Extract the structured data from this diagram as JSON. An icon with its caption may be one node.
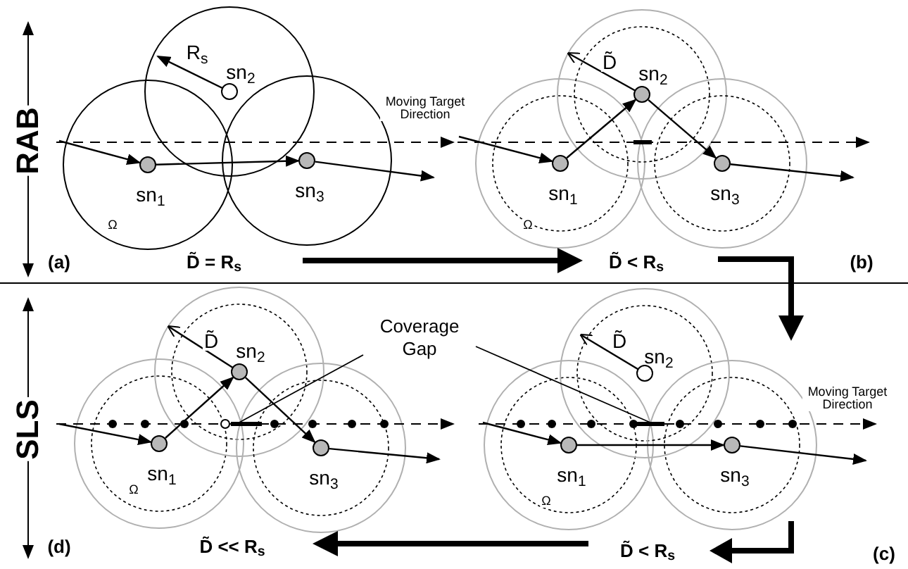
{
  "diagram": {
    "nodes": [
      {
        "text": [],
        "shape": "circle",
        "beside": [
          "sn$_{1}$"
        ]
      },
      {
        "text": [],
        "shape": "circle",
        "beside": [
          "sn$_{2}$"
        ]
      },
      {
        "text": [],
        "shape": "circle",
        "beside": [
          "sn$_{3}$"
        ]
      },
      {
        "text": [],
        "shape": "circle",
        "beside": [
          "sn$_{1}$"
        ]
      },
      {
        "text": [],
        "shape": "circle",
        "beside": [
          "sn$_{2}$"
        ]
      },
      {
        "text": [],
        "shape": "circle",
        "beside": [
          "sn$_{3}$"
        ]
      },
      {
        "text": [
          "Coverage Gap"
        ]
      },
      {
        "text": [],
        "shape": "circle",
        "beside": [
          "sn$_{1}$"
        ]
      },
      {
        "text": [],
        "shape": "circle",
        "beside": [
          "sn$_{2}$"
        ]
      },
      {
        "text": [],
        "shape": "circle",
        "beside": [
          "sn$_{3}$"
        ]
      },
      {
        "text": [],
        "shape": "circle",
        "beside": [
          "sn$_{1}$"
        ]
      },
      {
        "text": [],
        "shape": "circle",
        "beside": [
          "sn$_{2}$"
        ]
      },
      {
        "text": [],
        "shape": "circle",
        "beside": [
          "sn$_{3}$"
        ]
      }
    ],
    "edges": [
      {
        "from": null,
        "to": 0,
        "arrow": "to"
      },
      {
        "from": 0,
        "to": 2,
        "arrow": "to"
      },
      {
        "from": 2,
        "to": null,
        "arrow": "to"
      },
      {
        "from": null,
        "to": 3,
        "arrow": "to"
      },
      {
        "from": 3,
        "to": 4,
        "arrow": "to"
      },
      {
        "from": 4,
        "to": 5,
        "arrow": "to"
      },
      {
        "from": 5,
        "to": null,
        "arrow": "to"
      },
      {
        "from": null,
        "to": 7,
        "arrow": "to"
      },
      {
        "from": 7,
        "to": 8,
        "arrow": "to"
      },
      {
        "from": 8,
        "to": 9,
        "arrow": "to"
      },
      {
        "from": 9,
        "to": null,
        "arrow": "to"
      },
      {
        "from": null,
        "to": 10,
        "arrow": "to"
      },
      {
        "from": 10,
        "to": 12,
        "arrow": "to"
      },
      {
        "from": 12,
        "to": null,
        "arrow": "to"
      },
      {
        "from": 6,
        "to": null,
        "arrow": "none"
      },
      {
        "from": 6,
        "to": null,
        "arrow": "none"
      }
    ],
    "labels": [
      "RAB",
      "R$_{s}$",
      "Moving Target Direction",
      "D̃",
      "Ω",
      "Ω",
      "(a)",
      "D̃ = R$_{s}$",
      "D̃ < R$_{s}$",
      "(b)",
      "SLS",
      "D̃",
      "D̃",
      "Moving Target Direction",
      "Ω",
      "Ω",
      "(d)",
      "D̃ << R$_{s}$",
      "D̃ < R$_{s}$",
      "(c)"
    ]
  }
}
